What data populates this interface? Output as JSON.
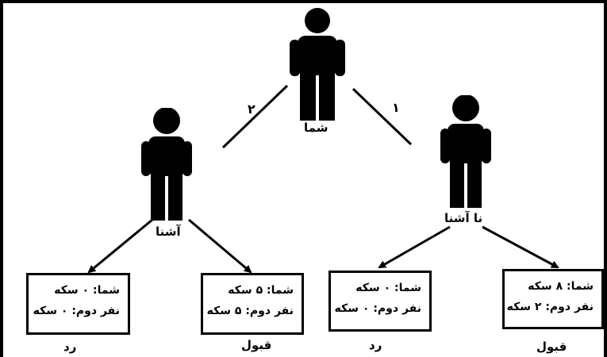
{
  "diagram": {
    "you_label": "شما",
    "familiar_label": "آشنا",
    "stranger_label": "نا آشنا",
    "edge_left_number": "۲",
    "edge_right_number": "۱",
    "outcomes": [
      {
        "line1": "شما: ۰ سکه",
        "line2": "نفر دوم: ۰ سکه",
        "decision": "رد"
      },
      {
        "line1": "شما: ۵ سکه",
        "line2": "نفر دوم: ۵ سکه",
        "decision": "قبول"
      },
      {
        "line1": "شما: ۰ سکه",
        "line2": "نفر دوم: ۰ سکه",
        "decision": "رد"
      },
      {
        "line1": "شما: ۸ سکه",
        "line2": "نفر دوم: ۲ سکه",
        "decision": "قبول"
      }
    ]
  }
}
